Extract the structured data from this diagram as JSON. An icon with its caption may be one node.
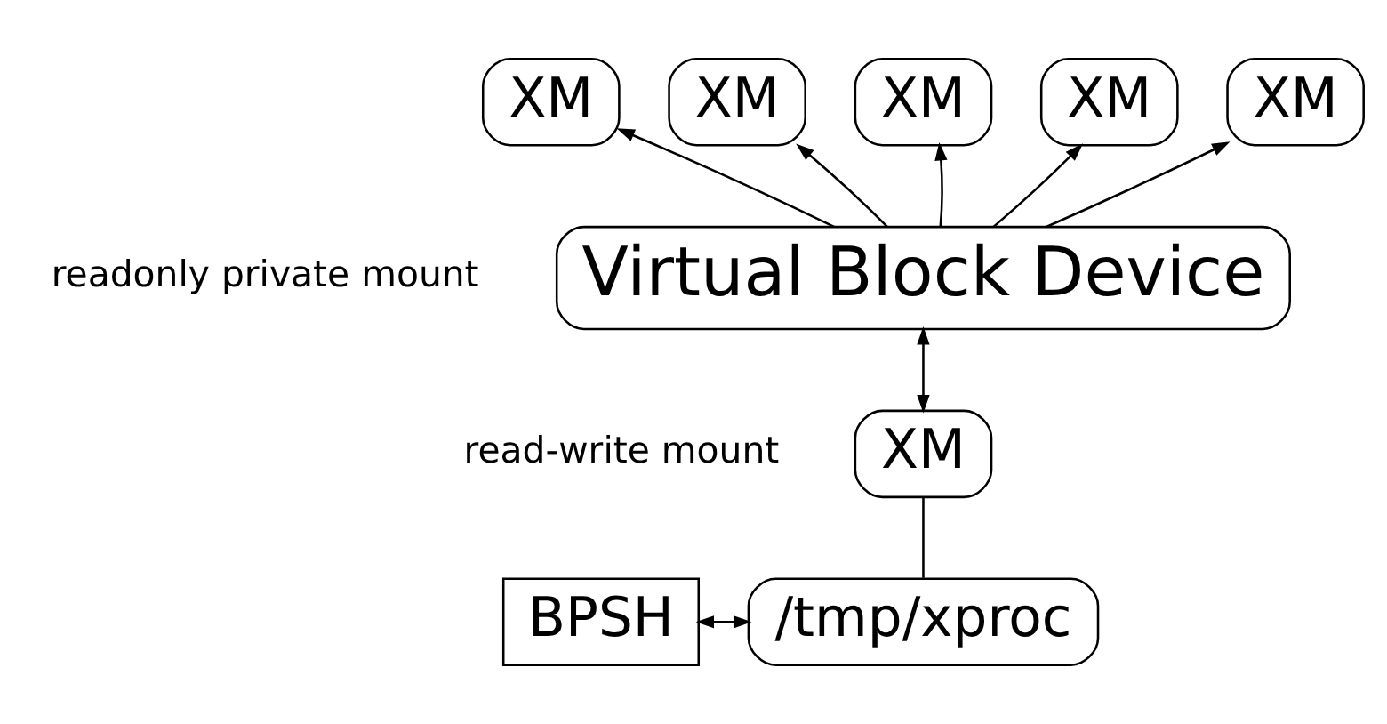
{
  "diagram": {
    "nodes": [
      {
        "text": [
          "XM"
        ]
      },
      {
        "text": [
          "XM"
        ]
      },
      {
        "text": [
          "XM"
        ]
      },
      {
        "text": [
          "XM"
        ]
      },
      {
        "text": [
          "XM"
        ]
      },
      {
        "text": [
          "Virtual Block Device"
        ]
      },
      {
        "text": [
          "XM"
        ]
      },
      {
        "text": [
          "/tmp/xproc"
        ]
      },
      {
        "text": [
          "BPSH"
        ]
      }
    ],
    "edges": [
      {
        "from": 5,
        "to": 0,
        "arrow": "to"
      },
      {
        "from": 5,
        "to": 1,
        "arrow": "to"
      },
      {
        "from": 5,
        "to": 2,
        "arrow": "to"
      },
      {
        "from": 5,
        "to": 3,
        "arrow": "to"
      },
      {
        "from": 5,
        "to": 4,
        "arrow": "to"
      },
      {
        "from": 5,
        "to": 6,
        "arrow": "both"
      },
      {
        "from": 6,
        "to": 7,
        "arrow": "none"
      },
      {
        "from": 8,
        "to": 7,
        "arrow": "both"
      }
    ],
    "labels": [
      "readonly private mount",
      "read-write mount"
    ]
  }
}
